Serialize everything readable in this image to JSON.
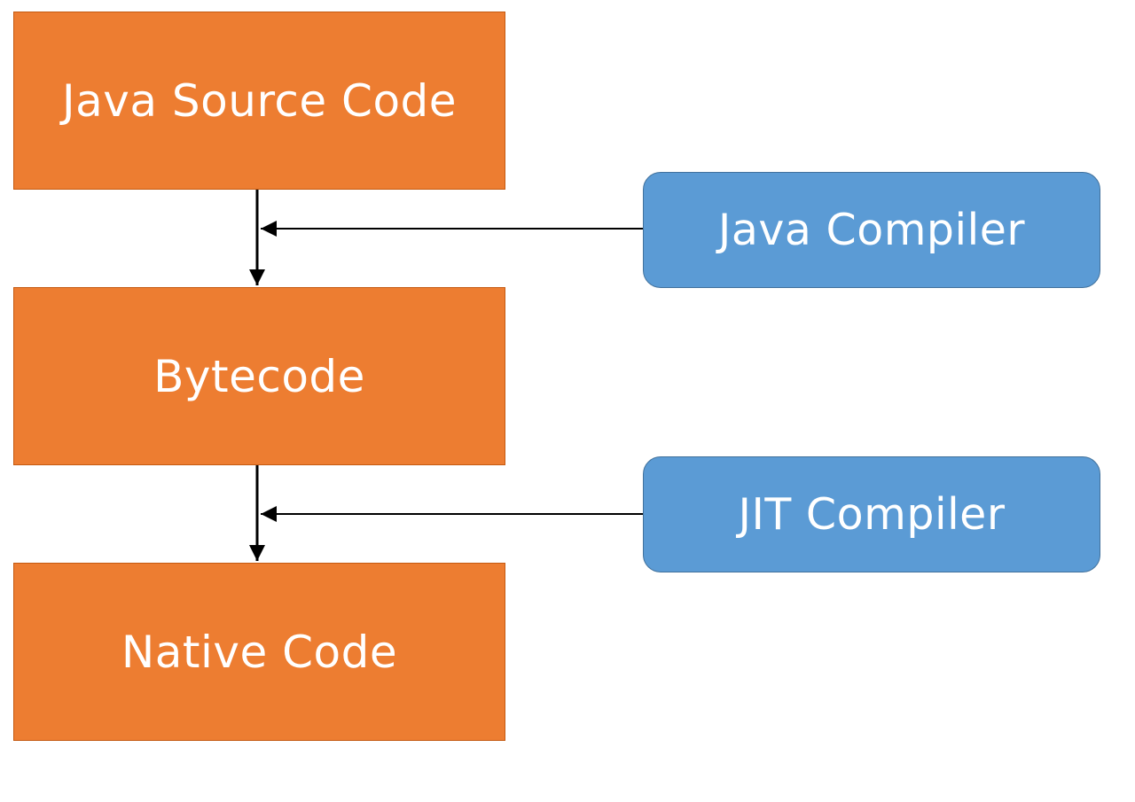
{
  "colors": {
    "stage_fill": "#ed7d31",
    "tool_fill": "#5b9bd5",
    "text": "#ffffff",
    "line": "#000000"
  },
  "stages": [
    {
      "label": "Java Source Code"
    },
    {
      "label": "Bytecode"
    },
    {
      "label": "Native Code"
    }
  ],
  "tools": [
    {
      "label": "Java Compiler"
    },
    {
      "label": "JIT Compiler"
    }
  ]
}
